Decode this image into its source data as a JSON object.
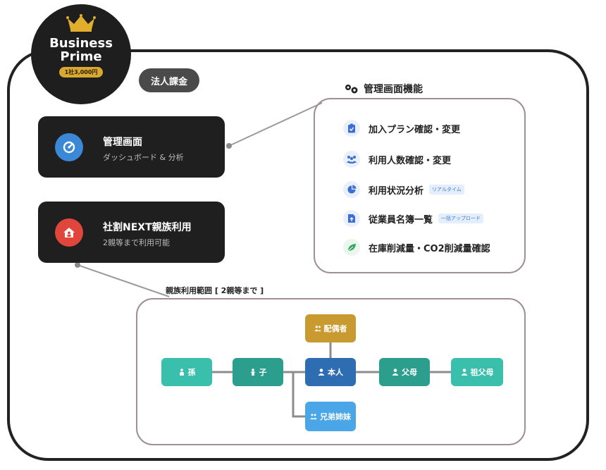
{
  "badge": {
    "title": "Business Prime",
    "price": "1社3,000円"
  },
  "billing_label": "法人課金",
  "admin_card": {
    "title": "管理画面",
    "subtitle": "ダッシュボード & 分析"
  },
  "family_card": {
    "title": "社割NEXT親族利用",
    "subtitle": "2親等まで利用可能"
  },
  "feature_panel": {
    "title": "管理画面機能",
    "items": [
      {
        "label": "加入プラン確認・変更",
        "tag": ""
      },
      {
        "label": "利用人数確認・変更",
        "tag": ""
      },
      {
        "label": "利用状況分析",
        "tag": "リアルタイム"
      },
      {
        "label": "従業員名簿一覧",
        "tag": "一括アップロード"
      },
      {
        "label": "在庫削減量・CO2削減量確認",
        "tag": ""
      }
    ]
  },
  "family_range_label": "親族利用範囲 [ 2親等まで ]",
  "family_tree": {
    "spouse": "配偶者",
    "grandchild": "孫",
    "child": "子",
    "self": "本人",
    "parent": "父母",
    "grandparent": "祖父母",
    "sibling": "兄弟姉妹"
  },
  "colors": {
    "dark": "#1f1f1f",
    "gold": "#d9a830",
    "admin_blue": "#3a88d6",
    "family_red": "#e0463b",
    "teal": "#3bbfad",
    "teal_dark": "#2c9e8e",
    "self_blue": "#2f6db3",
    "spouse_gold": "#c89a30",
    "sibling_blue": "#4aa6e6",
    "connector": "#8c8c8c"
  }
}
